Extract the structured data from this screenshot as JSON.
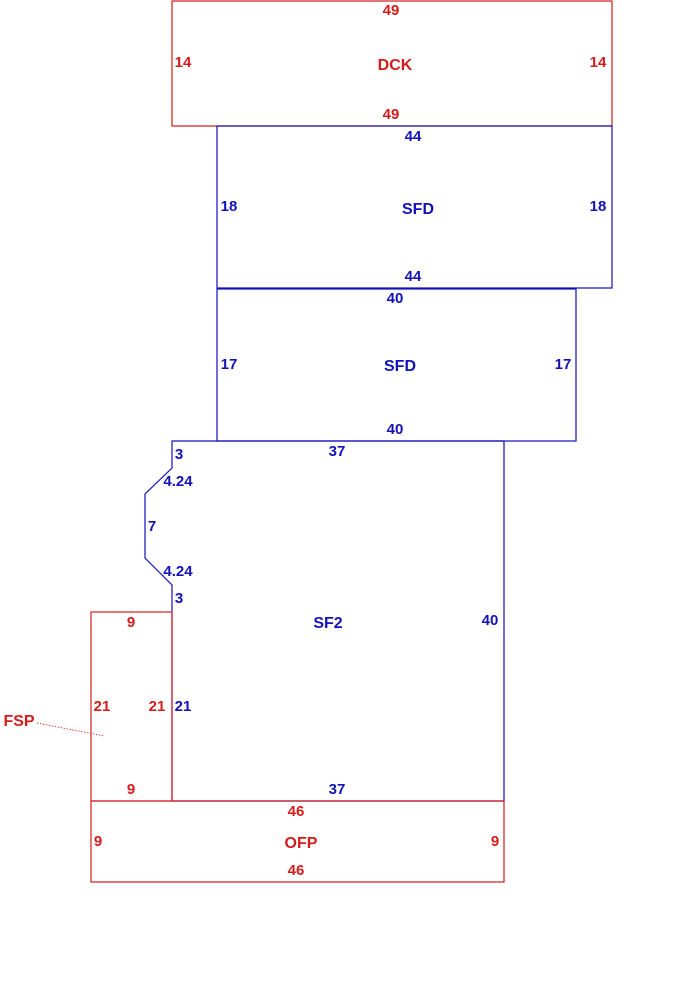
{
  "colors": {
    "red": "#d41c1c",
    "blue": "#1212b8"
  },
  "areas": {
    "dck": {
      "name": "DCK",
      "top": "49",
      "bottom": "49",
      "left": "14",
      "right": "14"
    },
    "sfd_upper": {
      "name": "SFD",
      "top": "44",
      "bottom": "44",
      "left": "18",
      "right": "18"
    },
    "sfd_lower": {
      "name": "SFD",
      "top": "40",
      "bottom": "40",
      "left": "17",
      "right": "17"
    },
    "sf2": {
      "name": "SF2",
      "top": "37",
      "bottom": "37",
      "right": "40",
      "left_upper": "3",
      "left_diag_upper": "4.24",
      "left_middle": "7",
      "left_diag_lower": "4.24",
      "left_lower": "3",
      "left_base": "21"
    },
    "fsp": {
      "name": "FSP",
      "top": "9",
      "bottom": "9",
      "left": "21",
      "right": "21"
    },
    "ofp": {
      "name": "OFP",
      "top": "46",
      "bottom": "46",
      "left": "9",
      "right": "9"
    }
  }
}
